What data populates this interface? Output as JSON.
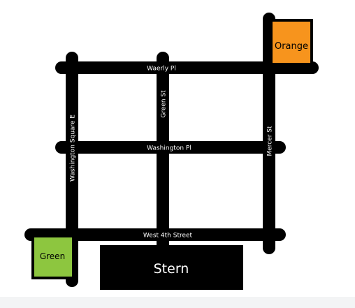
{
  "streets": {
    "waverly": "Waerly Pl",
    "washington_pl": "Washington Pl",
    "west4th": "West 4th Street",
    "green_st": "Green St",
    "washington_sq_e": "Washington Square E",
    "mercer": "Mercer St"
  },
  "buildings": {
    "orange": {
      "label": "Orange",
      "color": "#f7941d"
    },
    "green": {
      "label": "Green",
      "color": "#8dc63f"
    },
    "stern": {
      "label": "Stern",
      "color": "#000000"
    }
  },
  "colors": {
    "street": "#000000",
    "street_text": "#ffffff",
    "background": "#ffffff"
  }
}
